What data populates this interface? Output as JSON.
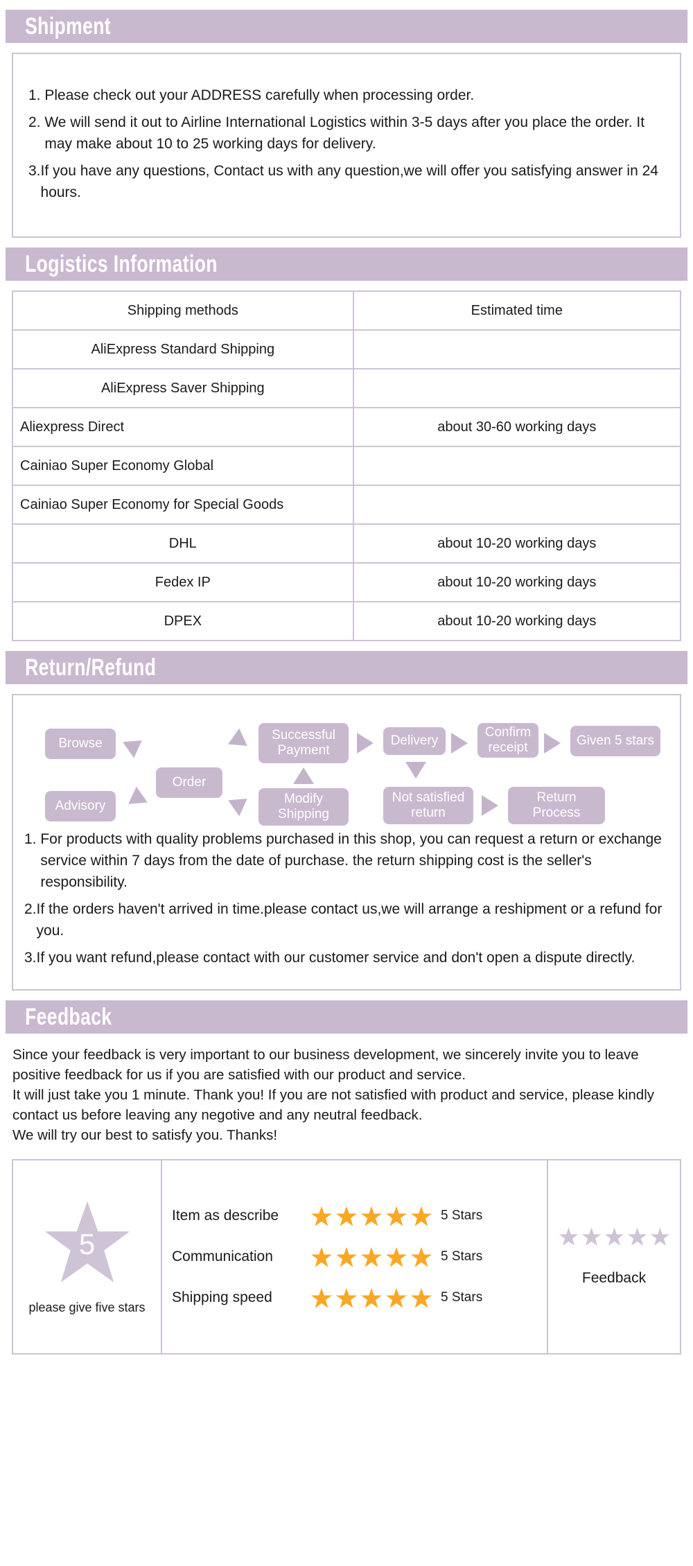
{
  "sections": {
    "shipment": {
      "title": "Shipment",
      "items": [
        {
          "num": "1. ",
          "text": "Please check out your ADDRESS carefully when processing order."
        },
        {
          "num": "2. ",
          "text": "We will send it out to Airline International Logistics within 3-5 days after you place the order. It may make about 10 to 25 working days for delivery."
        },
        {
          "num": "3.",
          "text": "If you have any questions, Contact us with any question,we will offer you satisfying answer in 24 hours."
        }
      ]
    },
    "logistics": {
      "title": "Logistics  Information",
      "columns": [
        "Shipping methods",
        "Estimated time"
      ],
      "rows": [
        {
          "method": "AliExpress Standard Shipping",
          "time": "",
          "align": "center"
        },
        {
          "method": "AliExpress Saver Shipping",
          "time": "",
          "align": "center"
        },
        {
          "method": "Aliexpress Direct",
          "time": "about 30-60 working days",
          "align": "left"
        },
        {
          "method": "Cainiao Super Economy Global",
          "time": "",
          "align": "left"
        },
        {
          "method": "Cainiao Super Economy for Special Goods",
          "time": "",
          "align": "left"
        },
        {
          "method": "DHL",
          "time": "about 10-20 working days",
          "align": "center"
        },
        {
          "method": "Fedex IP",
          "time": "about 10-20 working days",
          "align": "center"
        },
        {
          "method": "DPEX",
          "time": "about 10-20 working days",
          "align": "center"
        }
      ]
    },
    "return": {
      "title": "Return/Refund",
      "flow_nodes": [
        "Browse",
        "Advisory",
        "Order",
        "Successful Payment",
        "Modify Shipping",
        "Delivery",
        "Not satisfied return",
        "Confirm receipt",
        "Return Process",
        "Given 5 stars"
      ],
      "items": [
        {
          "num": "1. ",
          "text": "For products with quality problems purchased in this shop, you can request a return or exchange service within 7 days from the date of purchase. the return shipping cost is the seller's responsibility."
        },
        {
          "num": "2.",
          "text": "If the orders haven't arrived in time.please contact us,we will arrange a reshipment or a refund for you."
        },
        {
          "num": "3.",
          "text": "If you want refund,please contact with our customer service and don't open a dispute directly."
        }
      ]
    },
    "feedback": {
      "title": "Feedback",
      "paragraphs": [
        "Since your feedback is very important to our business development, we sincerely invite you to leave positive feedback for us if you are satisfied with our product and service.",
        "It will just take you 1 minute. Thank you! If you are not satisfied with product and service, please kindly contact us before leaving any negotive and any neutral feedback.",
        "We will try our best to satisfy you. Thanks!"
      ],
      "big_star_number": "5",
      "big_star_caption": "please give five stars",
      "ratings": [
        {
          "label": "Item as describe",
          "stars": 5,
          "value": "5 Stars"
        },
        {
          "label": "Communication",
          "stars": 5,
          "value": "5 Stars"
        },
        {
          "label": "Shipping speed",
          "stars": 5,
          "value": "5 Stars"
        }
      ],
      "right_caption": "Feedback",
      "right_stars": 5
    }
  },
  "colors": {
    "accent": "#c9b9cf",
    "border": "#cfc3d6",
    "star_gold": "#f9a825",
    "star_pale": "#cfc3d6"
  }
}
